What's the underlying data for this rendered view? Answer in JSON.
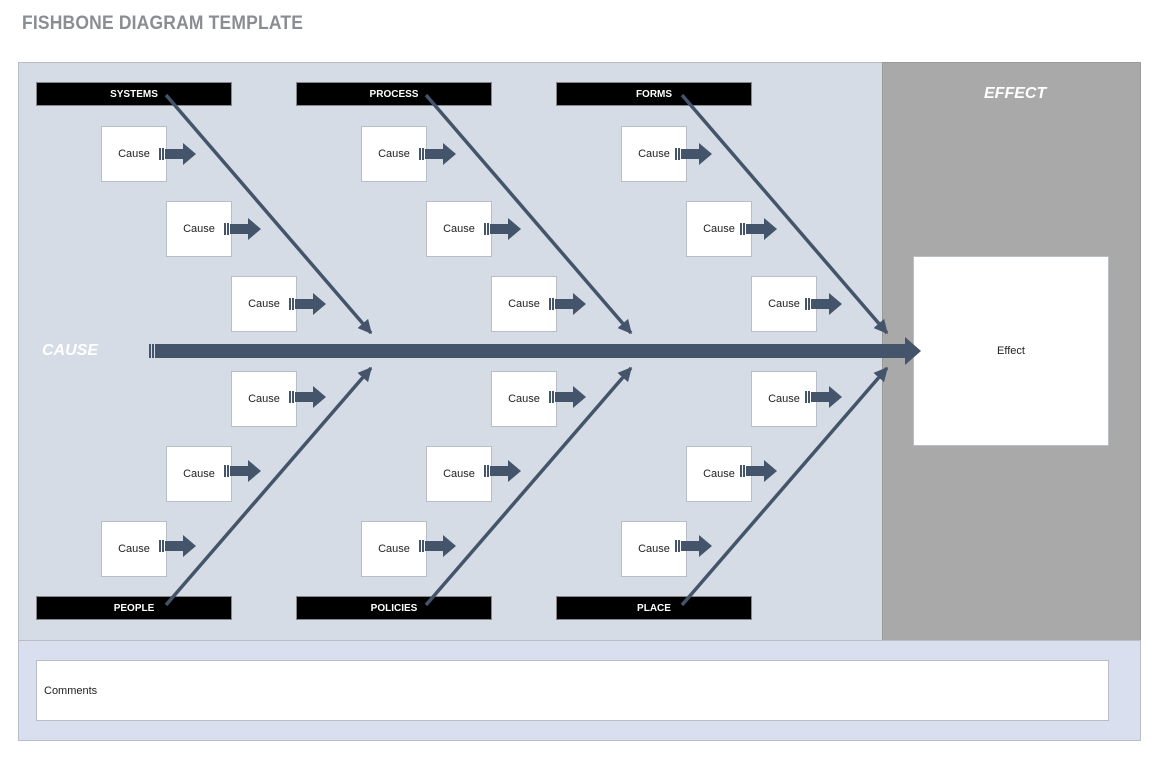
{
  "page": {
    "title": "FISHBONE DIAGRAM TEMPLATE"
  },
  "diagram": {
    "cause_label": "CAUSE",
    "effect_label": "EFFECT",
    "effect_text": "Effect",
    "top_categories": [
      "SYSTEMS",
      "PROCESS",
      "FORMS"
    ],
    "bottom_categories": [
      "PEOPLE",
      "POLICIES",
      "PLACE"
    ],
    "cause_text": "Cause",
    "colors": {
      "cause_background": "#d6dce5",
      "effect_background": "#a9a9a9",
      "arrow": "#44546a",
      "category_bar": "#000000",
      "comments_background": "#dadff0"
    }
  },
  "comments": {
    "label": "Comments"
  }
}
